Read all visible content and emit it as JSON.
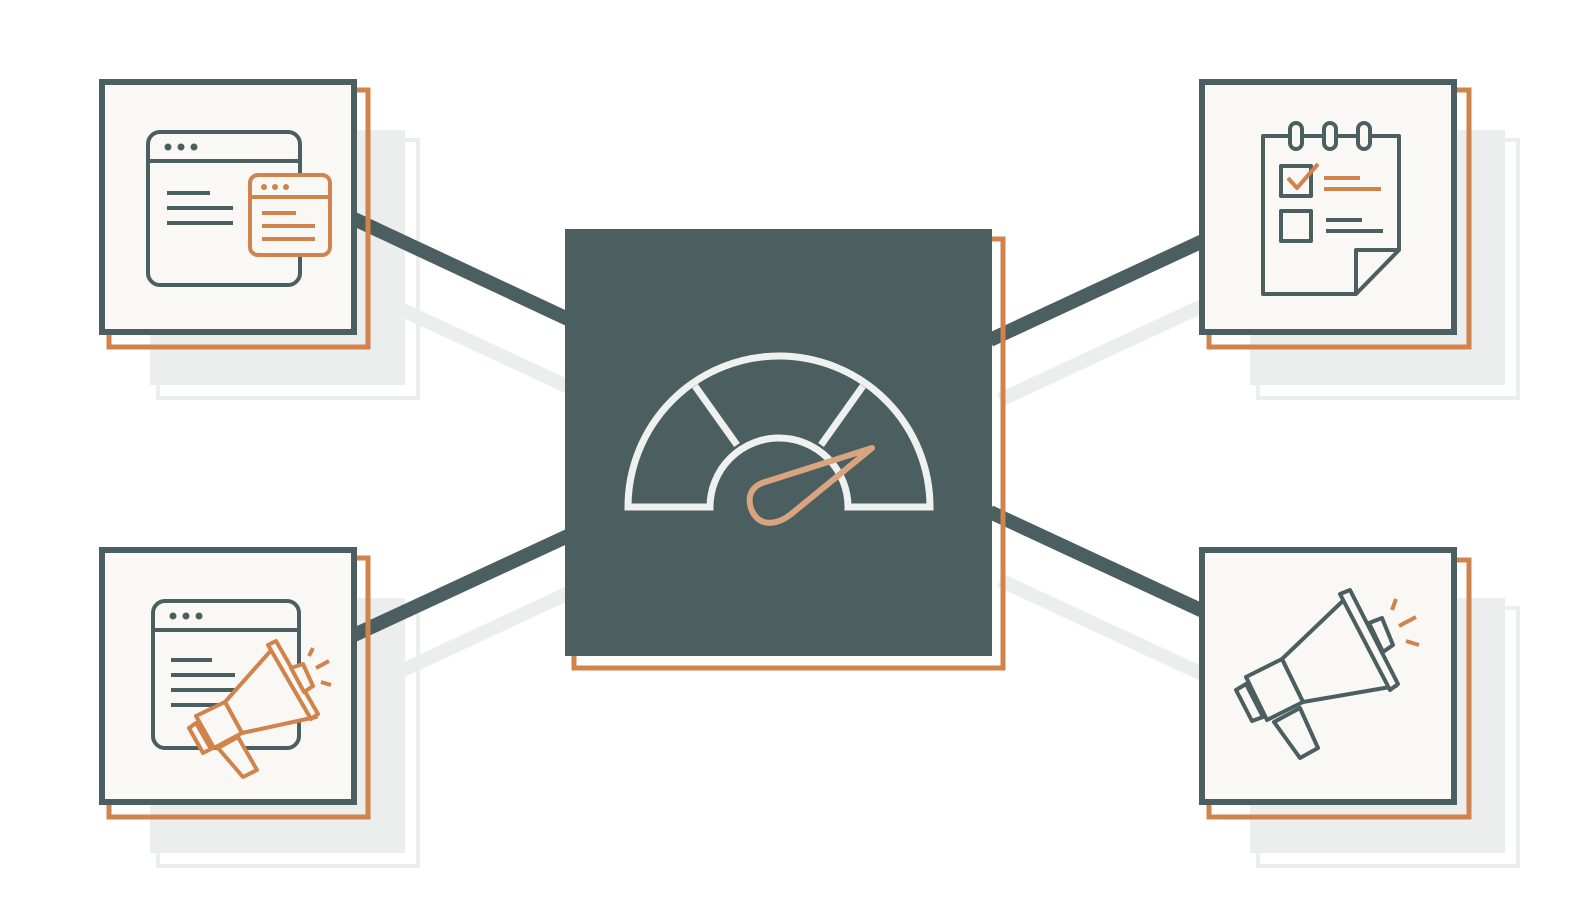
{
  "diagram": {
    "hub": {
      "icon": "speedometer-gauge-icon"
    },
    "nodes": [
      {
        "id": "top-left",
        "icon": "browser-windows-icon"
      },
      {
        "id": "bottom-left",
        "icon": "browser-megaphone-icon"
      },
      {
        "id": "top-right",
        "icon": "checklist-calendar-icon"
      },
      {
        "id": "bottom-right",
        "icon": "megaphone-icon"
      }
    ]
  },
  "colors": {
    "slate": "#4b5e60",
    "orange": "#d0834a",
    "needle": "#d9a47f",
    "card_fill": "#f9f8f5",
    "ghost": "#ebeeec",
    "gauge_line": "#eef1f0"
  }
}
